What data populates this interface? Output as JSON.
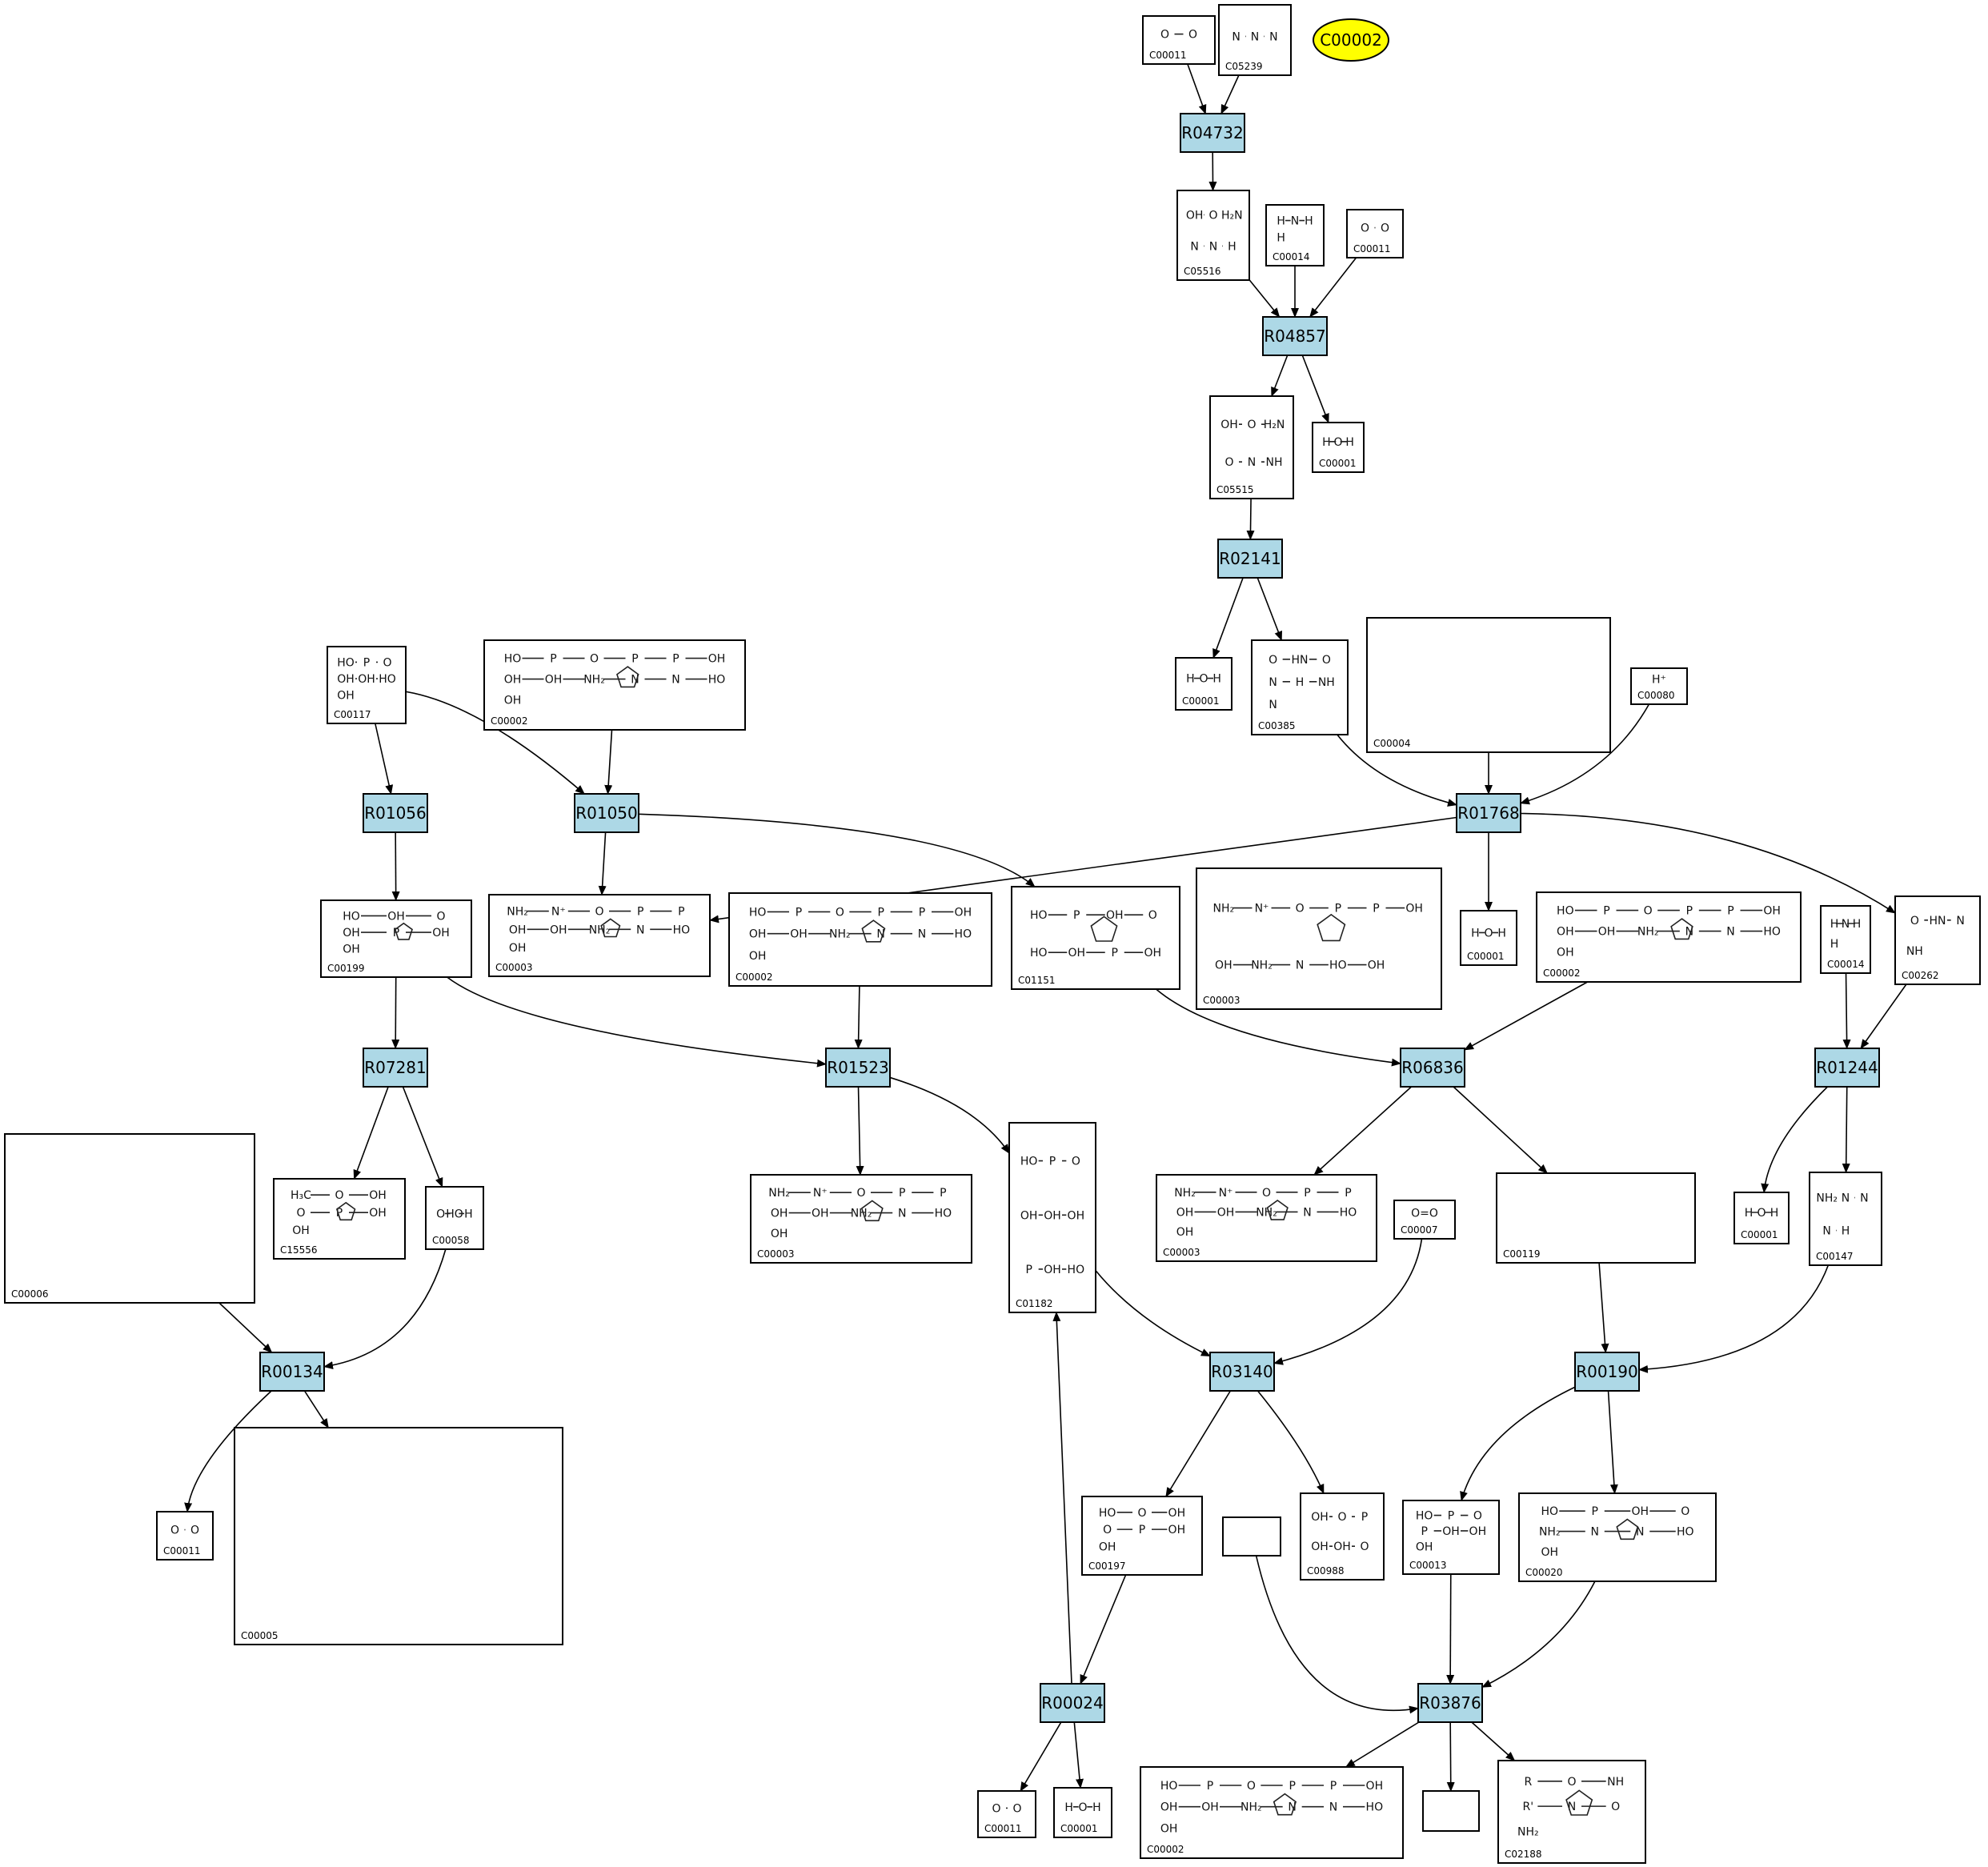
{
  "highlight": {
    "id": "C00002",
    "color": "#ffff00"
  },
  "colors": {
    "reaction_fill": "#add8e6",
    "highlight_fill": "#ffff00",
    "node_stroke": "#000000"
  },
  "reactions": [
    "R04732",
    "R04857",
    "R02141",
    "R01768",
    "R01056",
    "R01050",
    "R07281",
    "R01523",
    "R06836",
    "R01244",
    "R00134",
    "R03140",
    "R00190",
    "R00024",
    "R03876"
  ],
  "compounds": {
    "n1": "C00011",
    "n2": "C05239",
    "n3": "C05516",
    "n4": "C00014",
    "n5": "C00011",
    "n6": "C05515",
    "n7": "C00001",
    "n8": "C00001",
    "n9": "C00385",
    "n10": "C00004",
    "n11": "C00080",
    "n12": "C00117",
    "n13": "C00002",
    "n14": "C00003",
    "n15": "C00001",
    "n16": "C00262",
    "n17": "C00014",
    "n18": "C00199",
    "n19": "C00003",
    "n20": "C00002",
    "n21": "C01151",
    "n22": "C00002",
    "n23": "C00006",
    "n24": "C15556",
    "n25": "C00058",
    "n26": "C00003",
    "n27": "C01182",
    "n28": "C00003",
    "n29": "C00007",
    "n30": "C00119",
    "n31": "C00001",
    "n32": "C00147",
    "n33": "C00011",
    "n34": "C00005",
    "n35": "C00197",
    "n36": "",
    "n37": "C00988",
    "n38": "C00013",
    "n39": "C00020",
    "n40": "C00011",
    "n41": "C00001",
    "n42": "C00002",
    "n43": "",
    "n44": "C02188"
  },
  "atom_labels": {
    "c00001": [
      "H",
      "O",
      "H"
    ],
    "c00011": [
      "O",
      "O"
    ],
    "c00014": [
      "H",
      "N",
      "H",
      "H"
    ],
    "c00080": [
      "H⁺"
    ],
    "c00007": [
      "O=O"
    ],
    "c00058": [
      "O",
      "HO",
      "H"
    ],
    "c15556": [
      "H₃C",
      "O",
      "OH",
      "O",
      "P",
      "OH",
      "OH"
    ],
    "c05239": [
      "N",
      "N",
      "N"
    ],
    "c05516": [
      "OH",
      "O",
      "H₂N",
      "N",
      "N",
      "H"
    ],
    "c05515": [
      "OH",
      "O",
      "H₂N",
      "O",
      "N",
      "NH"
    ],
    "c00385": [
      "O",
      "HN",
      "O",
      "N",
      "H",
      "NH",
      "N"
    ],
    "c00262": [
      "O",
      "HN",
      "N",
      "NH"
    ],
    "c00147": [
      "NH₂",
      "N",
      "N",
      "N",
      "H"
    ],
    "c00117": [
      "HO",
      "P",
      "O",
      "OH",
      "OH",
      "HO",
      "OH"
    ],
    "c00199": [
      "HO",
      "OH",
      "O",
      "OH",
      "P",
      "OH",
      "OH"
    ],
    "c00197": [
      "HO",
      "O",
      "OH",
      "O",
      "P",
      "OH",
      "OH"
    ],
    "c00988": [
      "OH",
      "O",
      "P",
      "OH",
      "OH",
      "O"
    ],
    "c00013": [
      "HO",
      "P",
      "O",
      "P",
      "OH",
      "OH",
      "OH"
    ],
    "c01182": [
      "HO",
      "P",
      "O",
      "OH",
      "OH",
      "OH",
      "P",
      "OH",
      "HO"
    ],
    "c01151": [
      "HO",
      "P",
      "OH",
      "O",
      "HO",
      "OH",
      "P",
      "OH"
    ],
    "c00002": [
      "HO",
      "P",
      "O",
      "P",
      "P",
      "OH",
      "OH",
      "OH",
      "NH₂",
      "N",
      "N",
      "HO",
      "OH"
    ],
    "c00003": [
      "NH₂",
      "N⁺",
      "O",
      "P",
      "P",
      "OH",
      "OH",
      "NH₂",
      "N",
      "HO",
      "OH"
    ],
    "c00020": [
      "HO",
      "P",
      "OH",
      "O",
      "NH₂",
      "N",
      "N",
      "HO",
      "OH"
    ],
    "c02188": [
      "R",
      "O",
      "NH",
      "R'",
      "N",
      "O",
      "NH₂"
    ]
  }
}
